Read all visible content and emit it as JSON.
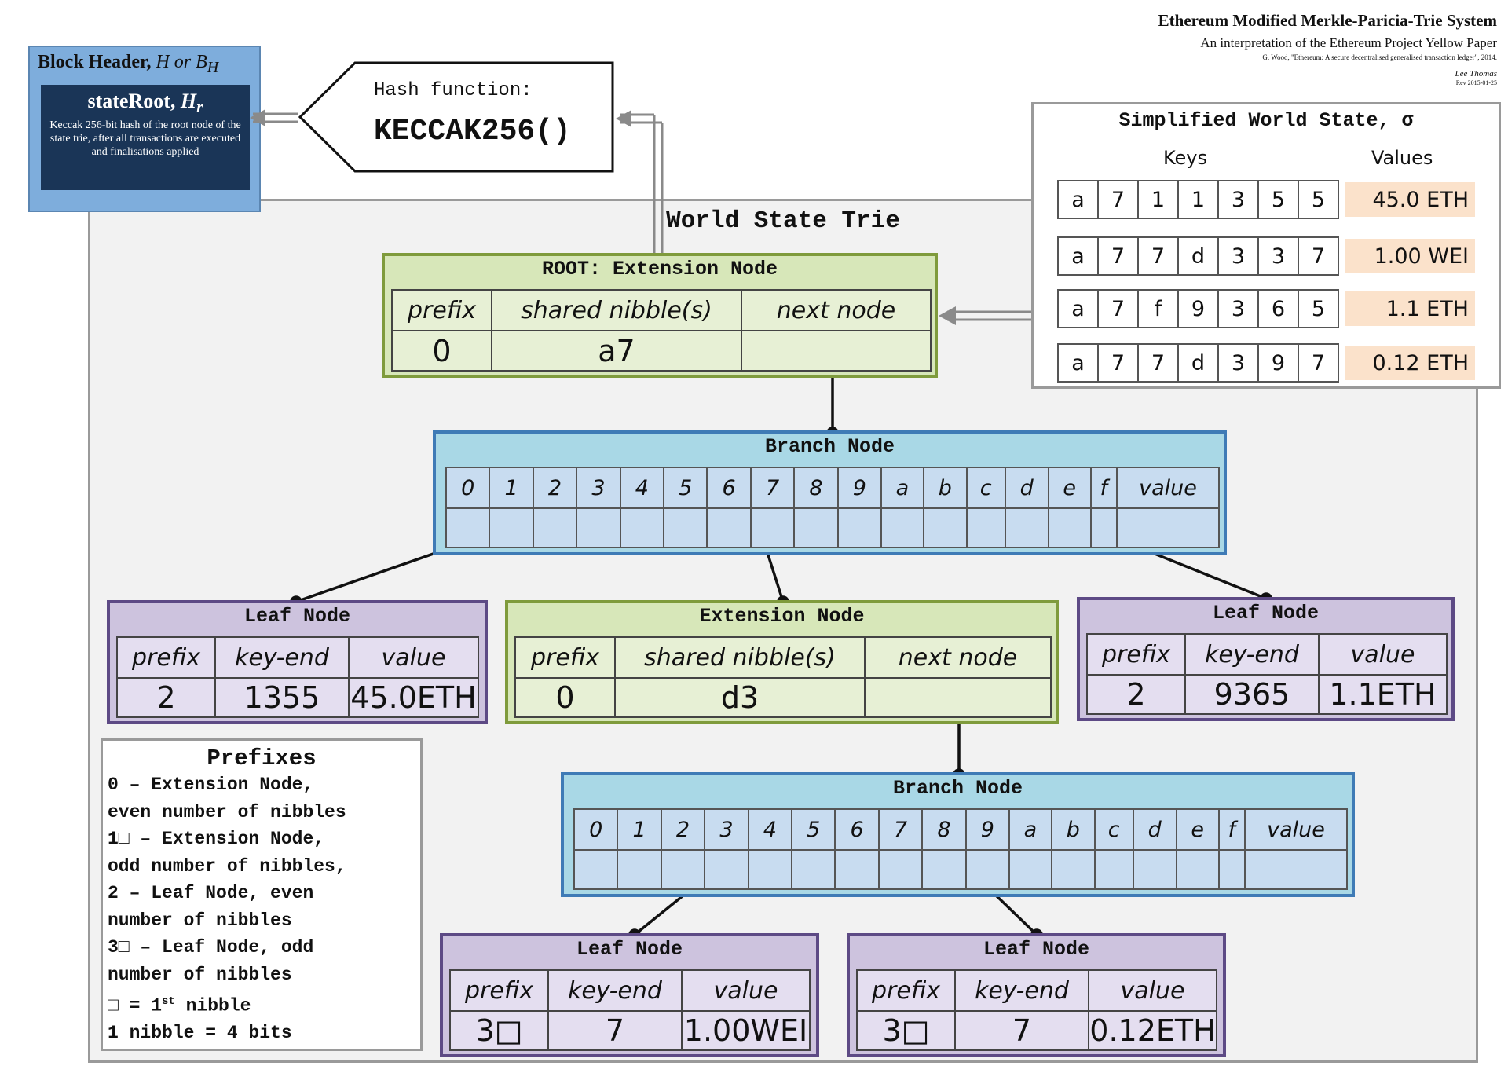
{
  "header": {
    "title": "Ethereum Modified Merkle-Paricia-Trie System",
    "subtitle": "An interpretation of the Ethereum Project Yellow Paper",
    "reference": "G. Wood, \"Ethereum: A secure decentralised generalised transaction ledger\", 2014.",
    "author": "Lee Thomas",
    "date_code": "Rev 2015-01-25"
  },
  "block_header": {
    "title": "Block Header,",
    "title_symbol": "H or B",
    "title_sub": "H",
    "state_root_label": "stateRoot,",
    "state_root_symbol": "H",
    "state_root_sub": "r",
    "description": "Keccak 256-bit hash of the root node of the state trie, after all transactions are executed and finalisations applied"
  },
  "hash_function": {
    "label": "Hash function:",
    "name": "KECCAK256()"
  },
  "world_state": {
    "title": "Simplified World State, σ",
    "keys_label": "Keys",
    "values_label": "Values",
    "rows": [
      {
        "key": [
          "a",
          "7",
          "1",
          "1",
          "3",
          "5",
          "5"
        ],
        "value": "45.0 ETH"
      },
      {
        "key": [
          "a",
          "7",
          "7",
          "d",
          "3",
          "3",
          "7"
        ],
        "value": "1.00 WEI"
      },
      {
        "key": [
          "a",
          "7",
          "f",
          "9",
          "3",
          "6",
          "5"
        ],
        "value": "1.1 ETH"
      },
      {
        "key": [
          "a",
          "7",
          "7",
          "d",
          "3",
          "9",
          "7"
        ],
        "value": "0.12 ETH"
      }
    ]
  },
  "trie": {
    "title": "World State Trie",
    "root": {
      "title": "ROOT: Extension Node",
      "headers": [
        "prefix",
        "shared nibble(s)",
        "next node"
      ],
      "prefix": "0",
      "shared": "a7"
    },
    "branch1": {
      "title": "Branch Node",
      "slots": [
        "0",
        "1",
        "2",
        "3",
        "4",
        "5",
        "6",
        "7",
        "8",
        "9",
        "a",
        "b",
        "c",
        "d",
        "e",
        "f",
        "value"
      ]
    },
    "leaf_left": {
      "title": "Leaf Node",
      "headers": [
        "prefix",
        "key-end",
        "value"
      ],
      "prefix": "2",
      "key_end": "1355",
      "value": "45.0ETH"
    },
    "extension": {
      "title": "Extension Node",
      "headers": [
        "prefix",
        "shared nibble(s)",
        "next node"
      ],
      "prefix": "0",
      "shared": "d3"
    },
    "leaf_right": {
      "title": "Leaf Node",
      "headers": [
        "prefix",
        "key-end",
        "value"
      ],
      "prefix": "2",
      "key_end": "9365",
      "value": "1.1ETH"
    },
    "branch2": {
      "title": "Branch Node",
      "slots": [
        "0",
        "1",
        "2",
        "3",
        "4",
        "5",
        "6",
        "7",
        "8",
        "9",
        "a",
        "b",
        "c",
        "d",
        "e",
        "f",
        "value"
      ]
    },
    "leaf_bottom_left": {
      "title": "Leaf Node",
      "headers": [
        "prefix",
        "key-end",
        "value"
      ],
      "prefix": "3□",
      "key_end": "7",
      "value": "1.00WEI"
    },
    "leaf_bottom_right": {
      "title": "Leaf Node",
      "headers": [
        "prefix",
        "key-end",
        "value"
      ],
      "prefix": "3□",
      "key_end": "7",
      "value": "0.12ETH"
    }
  },
  "prefixes": {
    "title": "Prefixes",
    "lines": [
      "0 – Extension Node,",
      "even number of nibbles",
      "1□ – Extension Node,",
      "odd number of nibbles,",
      "2 – Leaf Node, even",
      "number of nibbles",
      "3□ – Leaf Node, odd",
      "number of nibbles"
    ],
    "nibble_line_prefix": "□ = 1",
    "nibble_line_sup": "st",
    "nibble_line_suffix": " nibble",
    "bits_line": "1 nibble = 4 bits"
  },
  "colors": {
    "extension_fill": "#d7e7b9",
    "leaf_fill": "#cdc3de",
    "branch_fill": "#a9d8e6",
    "block_header_fill": "#7eaddc",
    "value_highlight": "#fbe2cb"
  }
}
